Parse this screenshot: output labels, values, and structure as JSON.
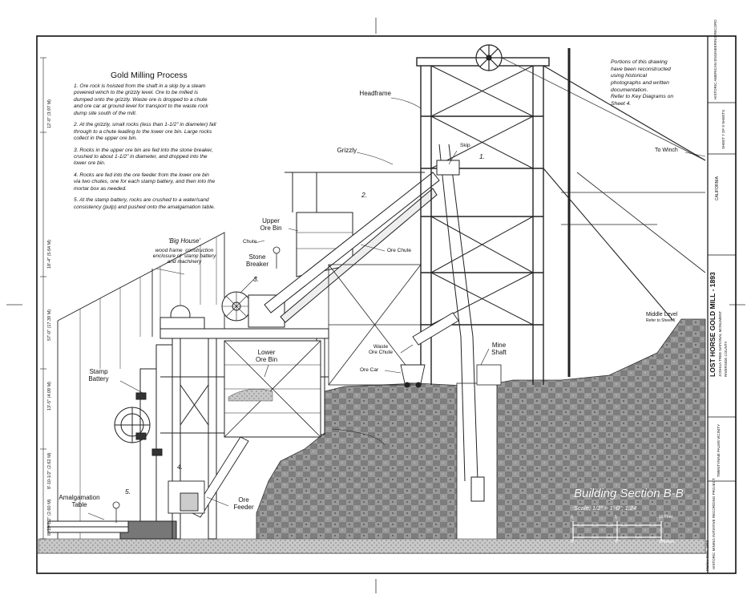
{
  "process_title": "Gold Milling Process",
  "process_steps": [
    "1.  Ore rock is hoisted from the shaft in a skip by a steam powered winch to the grizzly level.  Ore to be milled is dumped onto the grizzly.  Waste ore is dropped to a chute and ore car at ground level for transport to the waste rock dump site south of the mill.",
    "2.  At the grizzly, small rocks (less than 1-1/2\" in diameter) fall through to a chute leading to the lower ore bin.  Large rocks collect in the upper ore bin.",
    "3.  Rocks in the upper ore bin are fed into the stone breaker, crushed to about 1-1/2\" in diameter, and dropped into the lower ore bin.",
    "4.  Rocks are fed into the ore feeder from the lower ore bin via two chutes, one for each stamp battery, and then into the mortar box as needed.",
    "5.  At the stamp battery, rocks are crushed to a water/sand consistency (pulp) and pushed onto the amalgamation table."
  ],
  "reconstruction_note": "Portions of this drawing\nhave been reconstructed\nusing historical\nphotographs and written\ndocumentation.\nRefer to Key Diagrams on\nSheet 4.",
  "labels": {
    "headframe": "Headframe",
    "grizzly": "Grizzly",
    "skip": "Skip",
    "to_winch": "To Winch",
    "upper_ore_bin": "Upper\nOre Bin",
    "chute": "Chute",
    "ore_chute": "Ore Chute",
    "stone_breaker": "Stone\nBreaker",
    "big_house_title": "'Big House'",
    "big_house_desc": "wood frame  construction\nenclosure of  stamp battery\nand machinery",
    "lower_ore_bin": "Lower\nOre Bin",
    "waste_ore_chute": "Waste\nOre Chute",
    "ore_car": "Ore Car",
    "mine_shaft": "Mine\nShaft",
    "middle_level": "Middle Level",
    "middle_level_ref": "Refer to Sheet 5",
    "stamp_battery": "Stamp\nBattery",
    "ore_feeder": "Ore\nFeeder",
    "amalgamation_table": "Amalgamation\nTable"
  },
  "step_markers": [
    "1.",
    "2.",
    "3.",
    "4.",
    "5."
  ],
  "dimensions": [
    "12'-0\" (3.97 M)",
    "18'-4\" (5.64 M)",
    "57'-0\" (17.39 M)",
    "13'-5\" (4.09 M)",
    "8'-10-1/2\" (2.62 M)",
    "8'-10-1/2\" (2.60 M)"
  ],
  "section": {
    "title": "Building Section B-B",
    "scale": "Scale: 1/2\" = 1'-0\"; 1:24",
    "scale_marks": [
      "0",
      "5",
      "10 Feet",
      "0",
      "1",
      "3 Meters"
    ]
  },
  "title_block": {
    "drawing_title": "LOST HORSE GOLD MILL - 1893",
    "location_lines": [
      "JOSHUA TREE NATIONAL MONUMENT",
      "RIVERSIDE COUNTY"
    ],
    "county": "TWENTYNINE PALMS VICINITY",
    "state": "CALIFORNIA",
    "project": "HISTORIC MINING INITIATIVE RECORDING PROJECT",
    "delineator": "Marlow Dorn, 1992",
    "agency": "HISTORIC AMERICAN ENGINEERING RECORD",
    "sheet": "SHEET 7 OF 9 SHEETS"
  },
  "colors": {
    "ink": "#111111",
    "rock": "#8a8a8a",
    "rock_dark": "#5e5e5e",
    "paper": "#ffffff"
  }
}
